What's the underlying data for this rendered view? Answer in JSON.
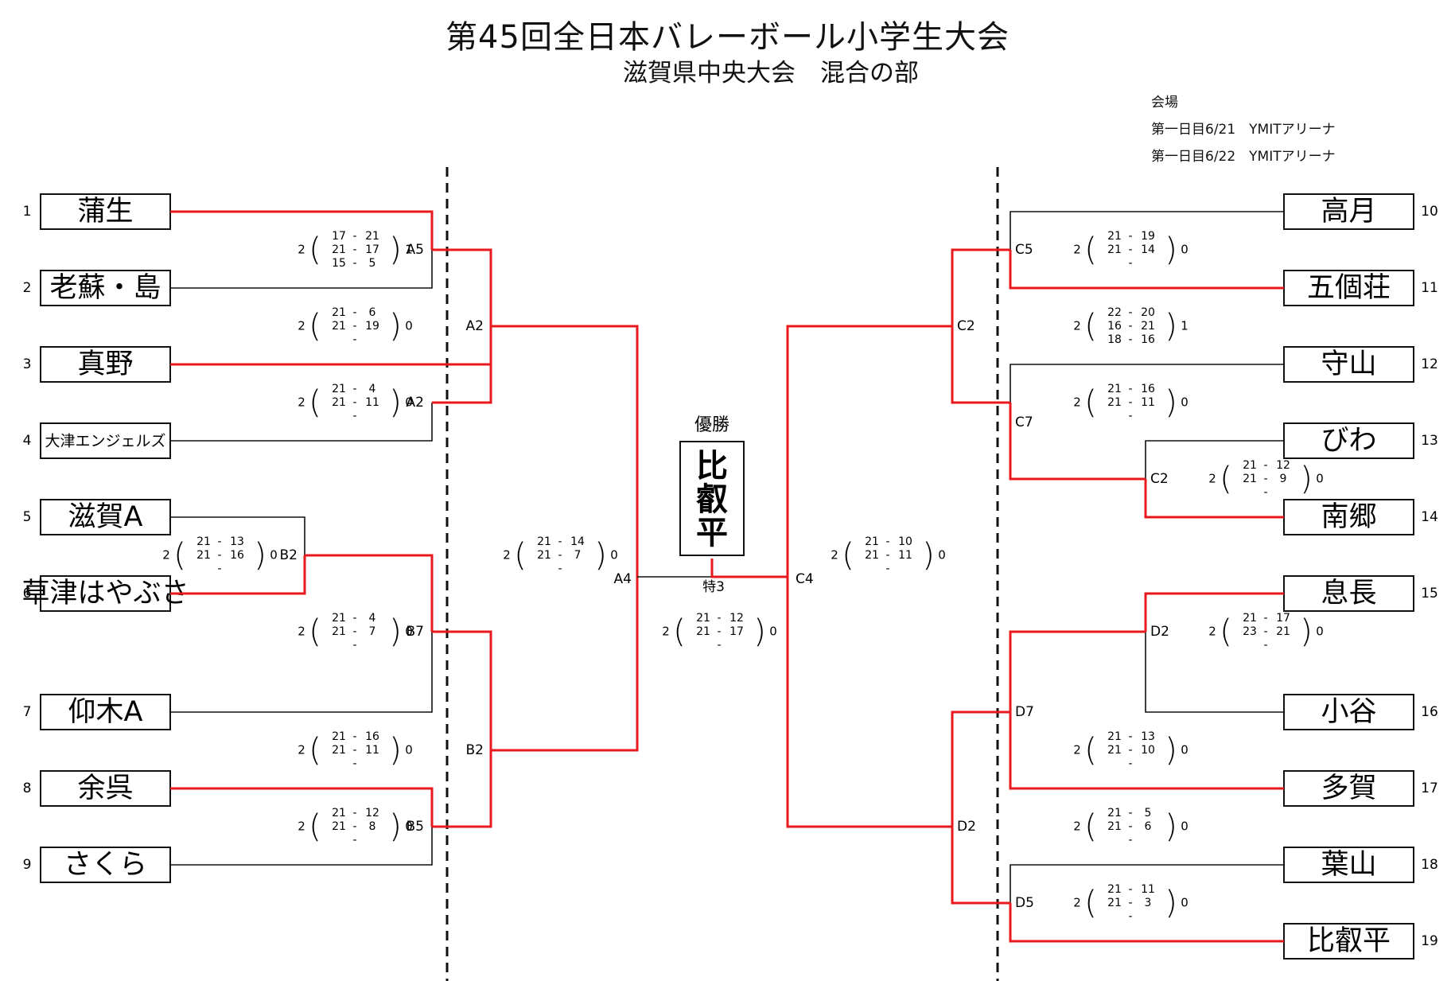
{
  "header": {
    "title": "第45回全日本バレーボール小学生大会",
    "subtitle": "滋賀県中央大会　混合の部",
    "venue_label": "会場",
    "venue_day1": "第一日目6/21　YMITアリーナ",
    "venue_day2": "第一日目6/22　YMITアリーナ"
  },
  "teams": [
    {
      "no": "1",
      "name": "蒲生"
    },
    {
      "no": "2",
      "name": "老蘇・島"
    },
    {
      "no": "3",
      "name": "真野"
    },
    {
      "no": "4",
      "name": "大津エンジェルズ"
    },
    {
      "no": "5",
      "name": "滋賀A"
    },
    {
      "no": "6",
      "name": "草津はやぶさ"
    },
    {
      "no": "7",
      "name": "仰木A"
    },
    {
      "no": "8",
      "name": "余呉"
    },
    {
      "no": "9",
      "name": "さくら"
    },
    {
      "no": "10",
      "name": "高月"
    },
    {
      "no": "11",
      "name": "五個荘"
    },
    {
      "no": "12",
      "name": "守山"
    },
    {
      "no": "13",
      "name": "びわ"
    },
    {
      "no": "14",
      "name": "南郷"
    },
    {
      "no": "15",
      "name": "息長"
    },
    {
      "no": "16",
      "name": "小谷"
    },
    {
      "no": "17",
      "name": "多賀"
    },
    {
      "no": "18",
      "name": "葉山"
    },
    {
      "no": "19",
      "name": "比叡平"
    }
  ],
  "match_codes": {
    "a5": "A5",
    "a2_first": "A2",
    "a2_second": "A2",
    "b2_first": "B2",
    "b7": "B7",
    "b2_second": "B2",
    "b5": "B5",
    "a4": "A4",
    "special": "特3",
    "c4": "C4",
    "c5": "C5",
    "c2_first": "C2",
    "c7": "C7",
    "c2_second": "C2",
    "d2_first": "D2",
    "d7": "D7",
    "d2_second": "D2",
    "d5": "D5"
  },
  "champion": {
    "label": "優勝",
    "name": "比叡平"
  },
  "scores": [
    {
      "left": "2",
      "right": "1",
      "rows": [
        [
          "17",
          "21"
        ],
        [
          "21",
          "17"
        ],
        [
          "15",
          "5"
        ]
      ]
    },
    {
      "left": "2",
      "right": "0",
      "rows": [
        [
          "21",
          "6"
        ],
        [
          "21",
          "19"
        ],
        [
          "",
          ""
        ]
      ]
    },
    {
      "left": "2",
      "right": "0",
      "rows": [
        [
          "21",
          "4"
        ],
        [
          "21",
          "11"
        ],
        [
          "",
          ""
        ]
      ]
    },
    {
      "left": "2",
      "right": "0",
      "rows": [
        [
          "21",
          "13"
        ],
        [
          "21",
          "16"
        ],
        [
          "",
          ""
        ]
      ]
    },
    {
      "left": "2",
      "right": "0",
      "rows": [
        [
          "21",
          "4"
        ],
        [
          "21",
          "7"
        ],
        [
          "",
          ""
        ]
      ]
    },
    {
      "left": "2",
      "right": "0",
      "rows": [
        [
          "21",
          "16"
        ],
        [
          "21",
          "11"
        ],
        [
          "",
          ""
        ]
      ]
    },
    {
      "left": "2",
      "right": "0",
      "rows": [
        [
          "21",
          "12"
        ],
        [
          "21",
          "8"
        ],
        [
          "",
          ""
        ]
      ]
    },
    {
      "left": "2",
      "right": "0",
      "rows": [
        [
          "21",
          "14"
        ],
        [
          "21",
          "7"
        ],
        [
          "",
          ""
        ]
      ]
    },
    {
      "left": "2",
      "right": "0",
      "rows": [
        [
          "21",
          "12"
        ],
        [
          "21",
          "17"
        ],
        [
          "",
          ""
        ]
      ]
    },
    {
      "left": "2",
      "right": "0",
      "rows": [
        [
          "21",
          "10"
        ],
        [
          "21",
          "11"
        ],
        [
          "",
          ""
        ]
      ]
    },
    {
      "left": "2",
      "right": "0",
      "rows": [
        [
          "21",
          "19"
        ],
        [
          "21",
          "14"
        ],
        [
          "",
          ""
        ]
      ]
    },
    {
      "left": "2",
      "right": "1",
      "rows": [
        [
          "22",
          "20"
        ],
        [
          "16",
          "21"
        ],
        [
          "18",
          "16"
        ]
      ]
    },
    {
      "left": "2",
      "right": "0",
      "rows": [
        [
          "21",
          "16"
        ],
        [
          "21",
          "11"
        ],
        [
          "",
          ""
        ]
      ]
    },
    {
      "left": "2",
      "right": "0",
      "rows": [
        [
          "21",
          "12"
        ],
        [
          "21",
          "9"
        ],
        [
          "",
          ""
        ]
      ]
    },
    {
      "left": "2",
      "right": "0",
      "rows": [
        [
          "21",
          "17"
        ],
        [
          "23",
          "21"
        ],
        [
          "",
          ""
        ]
      ]
    },
    {
      "left": "2",
      "right": "0",
      "rows": [
        [
          "21",
          "13"
        ],
        [
          "21",
          "10"
        ],
        [
          "",
          ""
        ]
      ]
    },
    {
      "left": "2",
      "right": "0",
      "rows": [
        [
          "21",
          "5"
        ],
        [
          "21",
          "6"
        ],
        [
          "",
          ""
        ]
      ]
    },
    {
      "left": "2",
      "right": "0",
      "rows": [
        [
          "21",
          "11"
        ],
        [
          "21",
          "3"
        ],
        [
          "",
          ""
        ]
      ]
    }
  ],
  "colors": {
    "winner_line": "#e8191c",
    "line": "#111111"
  }
}
